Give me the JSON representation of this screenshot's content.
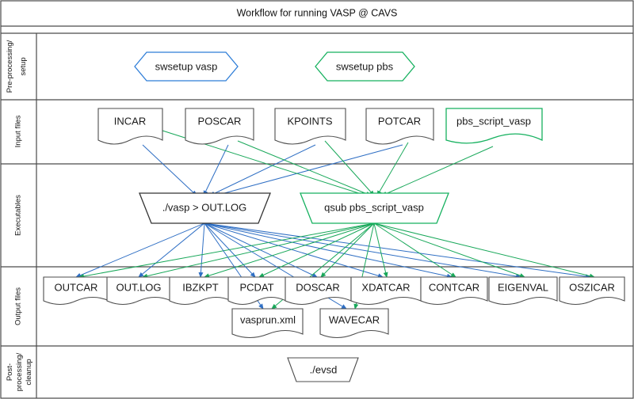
{
  "diagram": {
    "title": "Workflow for running VASP @ CAVS",
    "colors": {
      "blue": "#2f7ed8",
      "green": "#16b15f",
      "edge_blue": "#2f6fc4",
      "edge_green": "#19a85a",
      "outline_gray": "#4d4d4d",
      "grid": "#4a4a4a",
      "background": "#ffffff"
    },
    "lanes": [
      {
        "id": "preprocessing",
        "label": "Pre-processing/ setup"
      },
      {
        "id": "input-files",
        "label": "Input files"
      },
      {
        "id": "executables",
        "label": "Executables"
      },
      {
        "id": "output-files",
        "label": "Output files"
      },
      {
        "id": "postprocessing",
        "label": "Post- processing/ cleanup"
      }
    ],
    "nodes": {
      "setup": [
        {
          "id": "swsetup-vasp",
          "label": "swsetup vasp",
          "shape": "hexagon",
          "color": "blue"
        },
        {
          "id": "swsetup-pbs",
          "label": "swsetup pbs",
          "shape": "hexagon",
          "color": "green"
        }
      ],
      "inputs": [
        {
          "id": "incar",
          "label": "INCAR",
          "shape": "document",
          "color": "gray"
        },
        {
          "id": "poscar",
          "label": "POSCAR",
          "shape": "document",
          "color": "gray"
        },
        {
          "id": "kpoints",
          "label": "KPOINTS",
          "shape": "document",
          "color": "gray"
        },
        {
          "id": "potcar",
          "label": "POTCAR",
          "shape": "document",
          "color": "gray"
        },
        {
          "id": "pbs-script-vasp",
          "label": "pbs_script_vasp",
          "shape": "document",
          "color": "green"
        }
      ],
      "executables": [
        {
          "id": "vasp-run",
          "label": "./vasp > OUT.LOG",
          "shape": "trapezoid",
          "color": "dark"
        },
        {
          "id": "qsub-pbs-script",
          "label": "qsub pbs_script_vasp",
          "shape": "trapezoid",
          "color": "green"
        }
      ],
      "outputs": [
        {
          "id": "outcar",
          "label": "OUTCAR",
          "shape": "document",
          "color": "gray"
        },
        {
          "id": "out-log",
          "label": "OUT.LOG",
          "shape": "document",
          "color": "gray"
        },
        {
          "id": "ibzkpt",
          "label": "IBZKPT",
          "shape": "document",
          "color": "gray"
        },
        {
          "id": "pcdat",
          "label": "PCDAT",
          "shape": "document",
          "color": "gray"
        },
        {
          "id": "doscar",
          "label": "DOSCAR",
          "shape": "document",
          "color": "gray"
        },
        {
          "id": "xdatcar",
          "label": "XDATCAR",
          "shape": "document",
          "color": "gray"
        },
        {
          "id": "contcar",
          "label": "CONTCAR",
          "shape": "document",
          "color": "gray"
        },
        {
          "id": "eigenval",
          "label": "EIGENVAL",
          "shape": "document",
          "color": "gray"
        },
        {
          "id": "oszicar",
          "label": "OSZICAR",
          "shape": "document",
          "color": "gray"
        },
        {
          "id": "vasprun-xml",
          "label": "vasprun.xml",
          "shape": "document",
          "color": "gray"
        },
        {
          "id": "wavecar",
          "label": "WAVECAR",
          "shape": "document",
          "color": "gray"
        }
      ],
      "postprocessing": [
        {
          "id": "evsd",
          "label": "./evsd",
          "shape": "trapezoid",
          "color": "gray"
        }
      ]
    }
  }
}
